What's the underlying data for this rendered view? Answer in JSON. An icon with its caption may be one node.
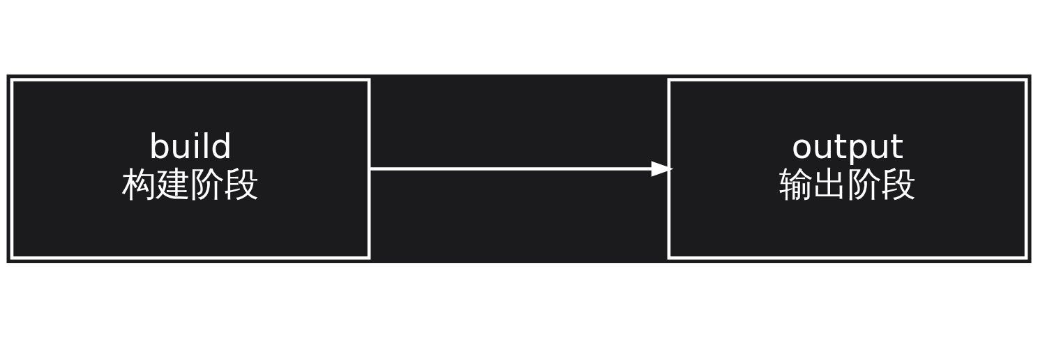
{
  "diagram": {
    "nodes": [
      {
        "text": [
          "build",
          "构建阶段"
        ]
      },
      {
        "text": [
          "output",
          "输出阶段"
        ]
      }
    ],
    "edges": [
      {
        "from": 0,
        "to": 1,
        "arrow": "to"
      }
    ]
  }
}
